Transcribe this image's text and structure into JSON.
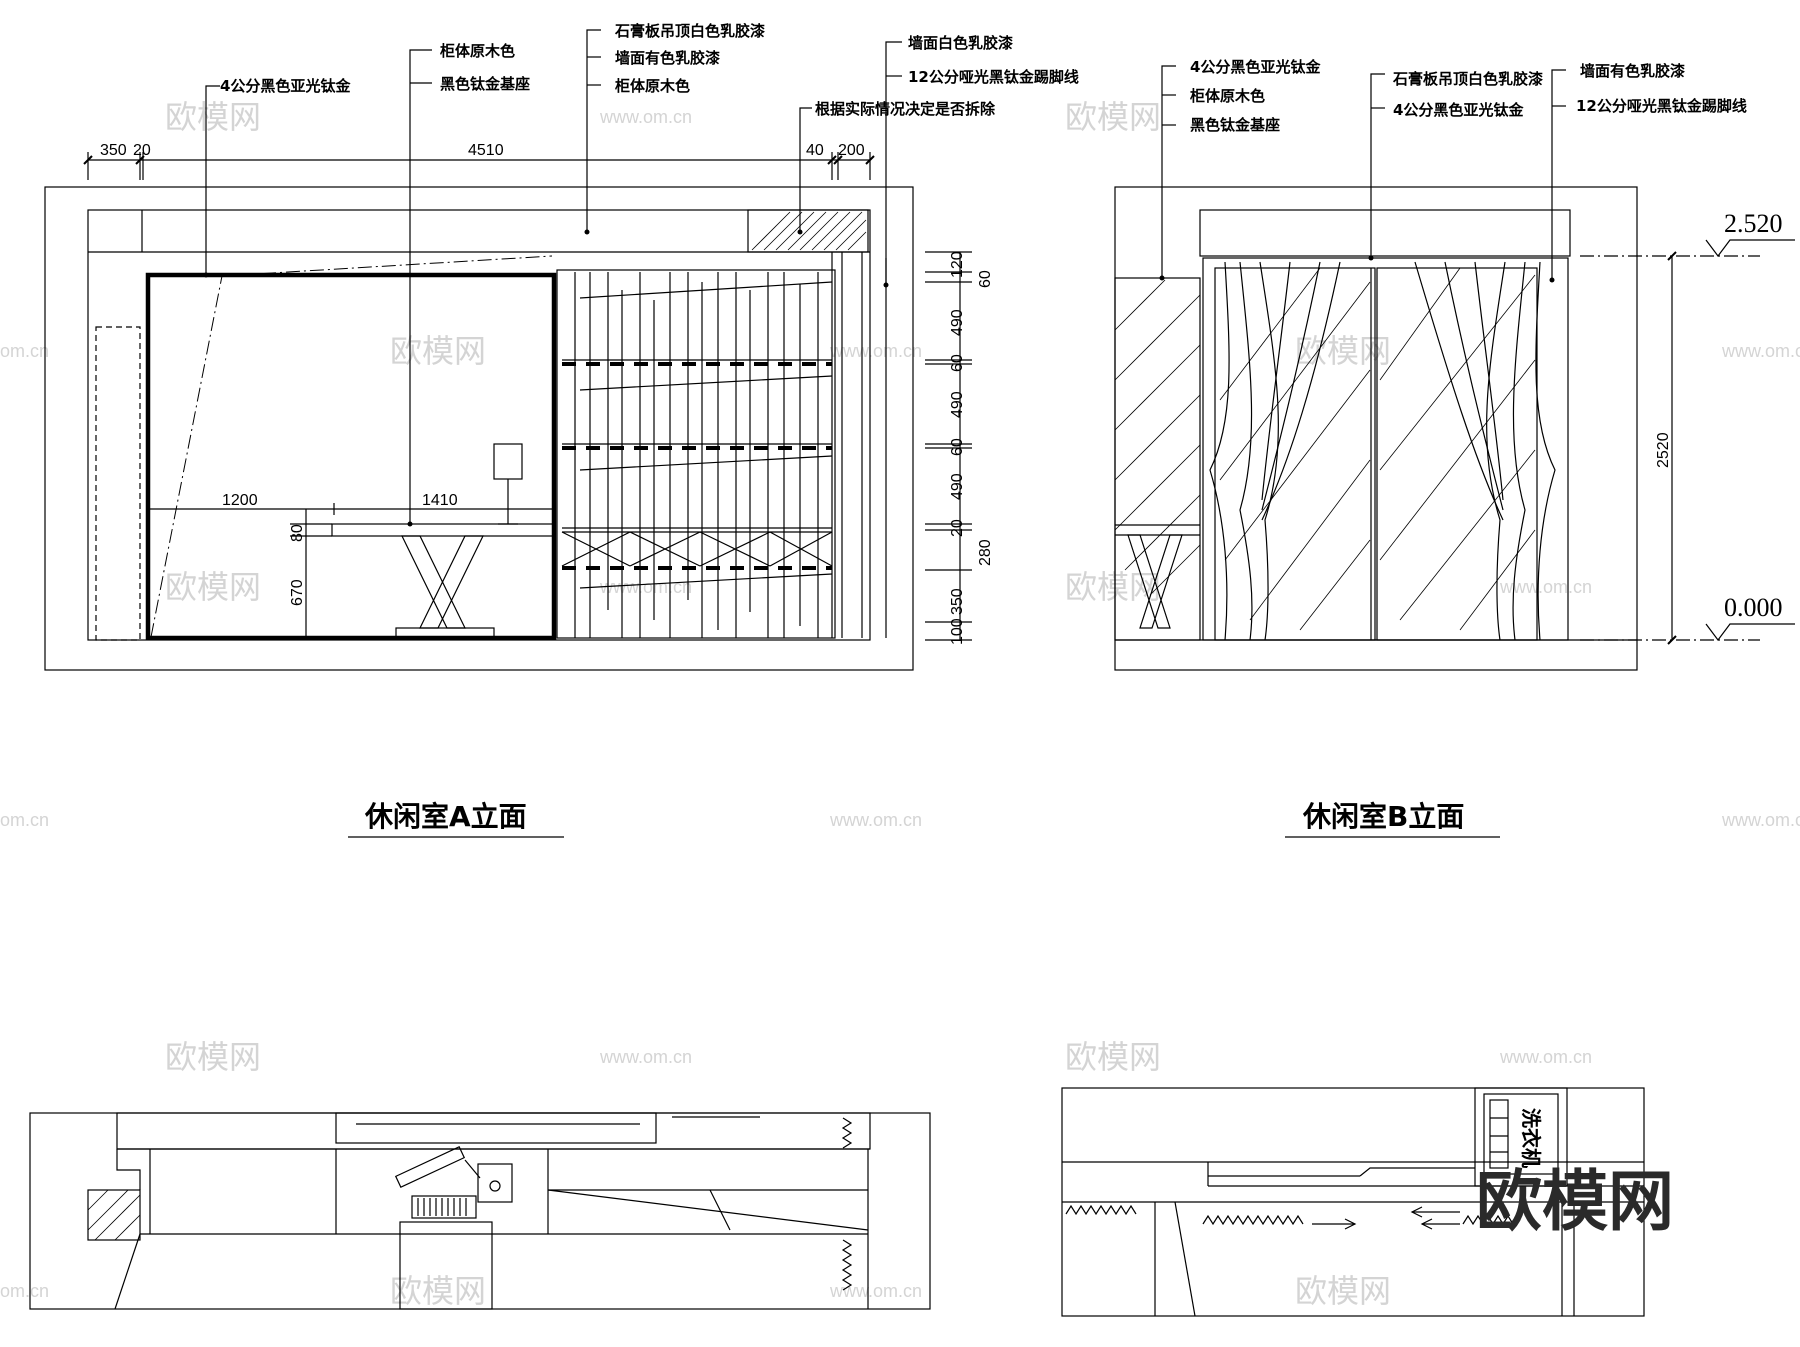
{
  "elevation_a": {
    "title": "休闲室A立面",
    "labels": {
      "black_titanium_4cm": "4公分黑色亚光钛金",
      "cabinet_wood_1": "柜体原木色",
      "black_titanium_base": "黑色钛金基座",
      "ceiling_white": "石膏板吊顶白色乳胶漆",
      "wall_color": "墙面有色乳胶漆",
      "cabinet_wood_2": "柜体原木色",
      "wall_white": "墙面白色乳胶漆",
      "skirting": "12公分哑光黑钛金踢脚线",
      "demolish_note": "根据实际情况决定是否拆除"
    },
    "dims_top": [
      "350",
      "20",
      "4510",
      "40",
      "200"
    ],
    "dims_right": [
      "120",
      "60",
      "490",
      "60",
      "490",
      "60",
      "490",
      "20",
      "280",
      "350",
      "100"
    ],
    "dims_inner": [
      "1200",
      "1410",
      "80",
      "670"
    ]
  },
  "elevation_b": {
    "title": "休闲室B立面",
    "labels": {
      "black_titanium_4cm": "4公分黑色亚光钛金",
      "cabinet_wood": "柜体原木色",
      "black_titanium_base": "黑色钛金基座",
      "ceiling_white": "石膏板吊顶白色乳胶漆",
      "black_titanium_4cm_2": "4公分黑色亚光钛金",
      "wall_color": "墙面有色乳胶漆",
      "skirting": "12公分哑光黑钛金踢脚线"
    },
    "height_dim": "2520",
    "level_top": "2.520",
    "level_bottom": "0.000"
  },
  "plan_c": {
    "laundry_label": "洗衣机"
  },
  "watermark": {
    "brand": "欧模网",
    "url": "www.om.cn",
    "url_partial": "om.cn",
    "logo": "欧模网"
  }
}
